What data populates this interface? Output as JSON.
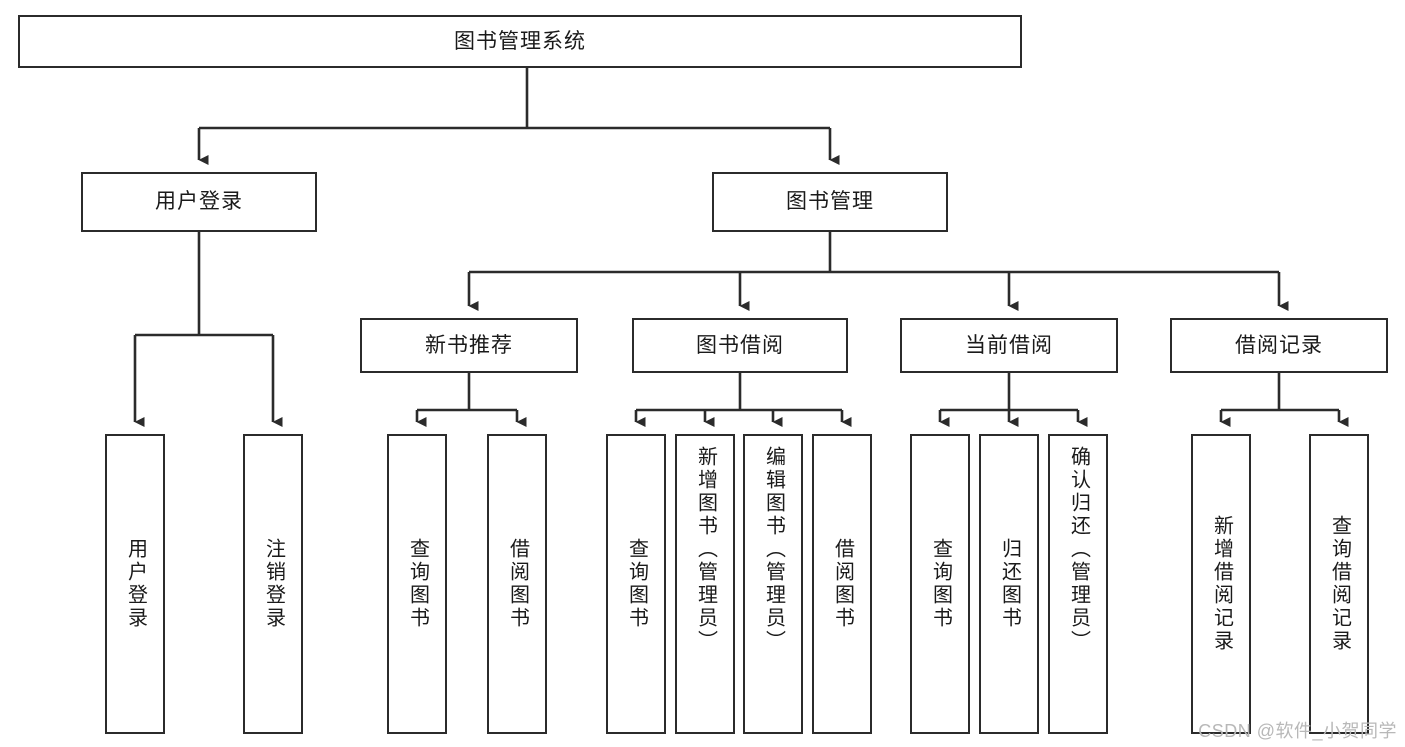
{
  "diagram": {
    "title": "图书管理系统",
    "type": "tree",
    "colors": {
      "stroke": "#2b2b2b",
      "fill": "#ffffff",
      "text": "#1a1a1a",
      "watermark": "#b8b8b8"
    },
    "root": {
      "label": "图书管理系统"
    },
    "level2": [
      {
        "label": "用户登录"
      },
      {
        "label": "图书管理"
      }
    ],
    "level3": [
      {
        "label": "新书推荐"
      },
      {
        "label": "图书借阅"
      },
      {
        "label": "当前借阅"
      },
      {
        "label": "借阅记录"
      }
    ],
    "leaves": {
      "user_login": [
        {
          "label": "用户登录"
        },
        {
          "label": "注销登录"
        }
      ],
      "new_book": [
        {
          "label": "查询图书"
        },
        {
          "label": "借阅图书"
        }
      ],
      "borrow_book": [
        {
          "label": "查询图书"
        },
        {
          "label": "新增图书（管理员）"
        },
        {
          "label": "编辑图书（管理员）"
        },
        {
          "label": "借阅图书"
        }
      ],
      "current_borrow": [
        {
          "label": "查询图书"
        },
        {
          "label": "归还图书"
        },
        {
          "label": "确认归还（管理员）"
        }
      ],
      "borrow_record": [
        {
          "label": "新增借阅记录"
        },
        {
          "label": "查询借阅记录"
        }
      ]
    },
    "watermark": "CSDN @软件_小贺同学"
  }
}
